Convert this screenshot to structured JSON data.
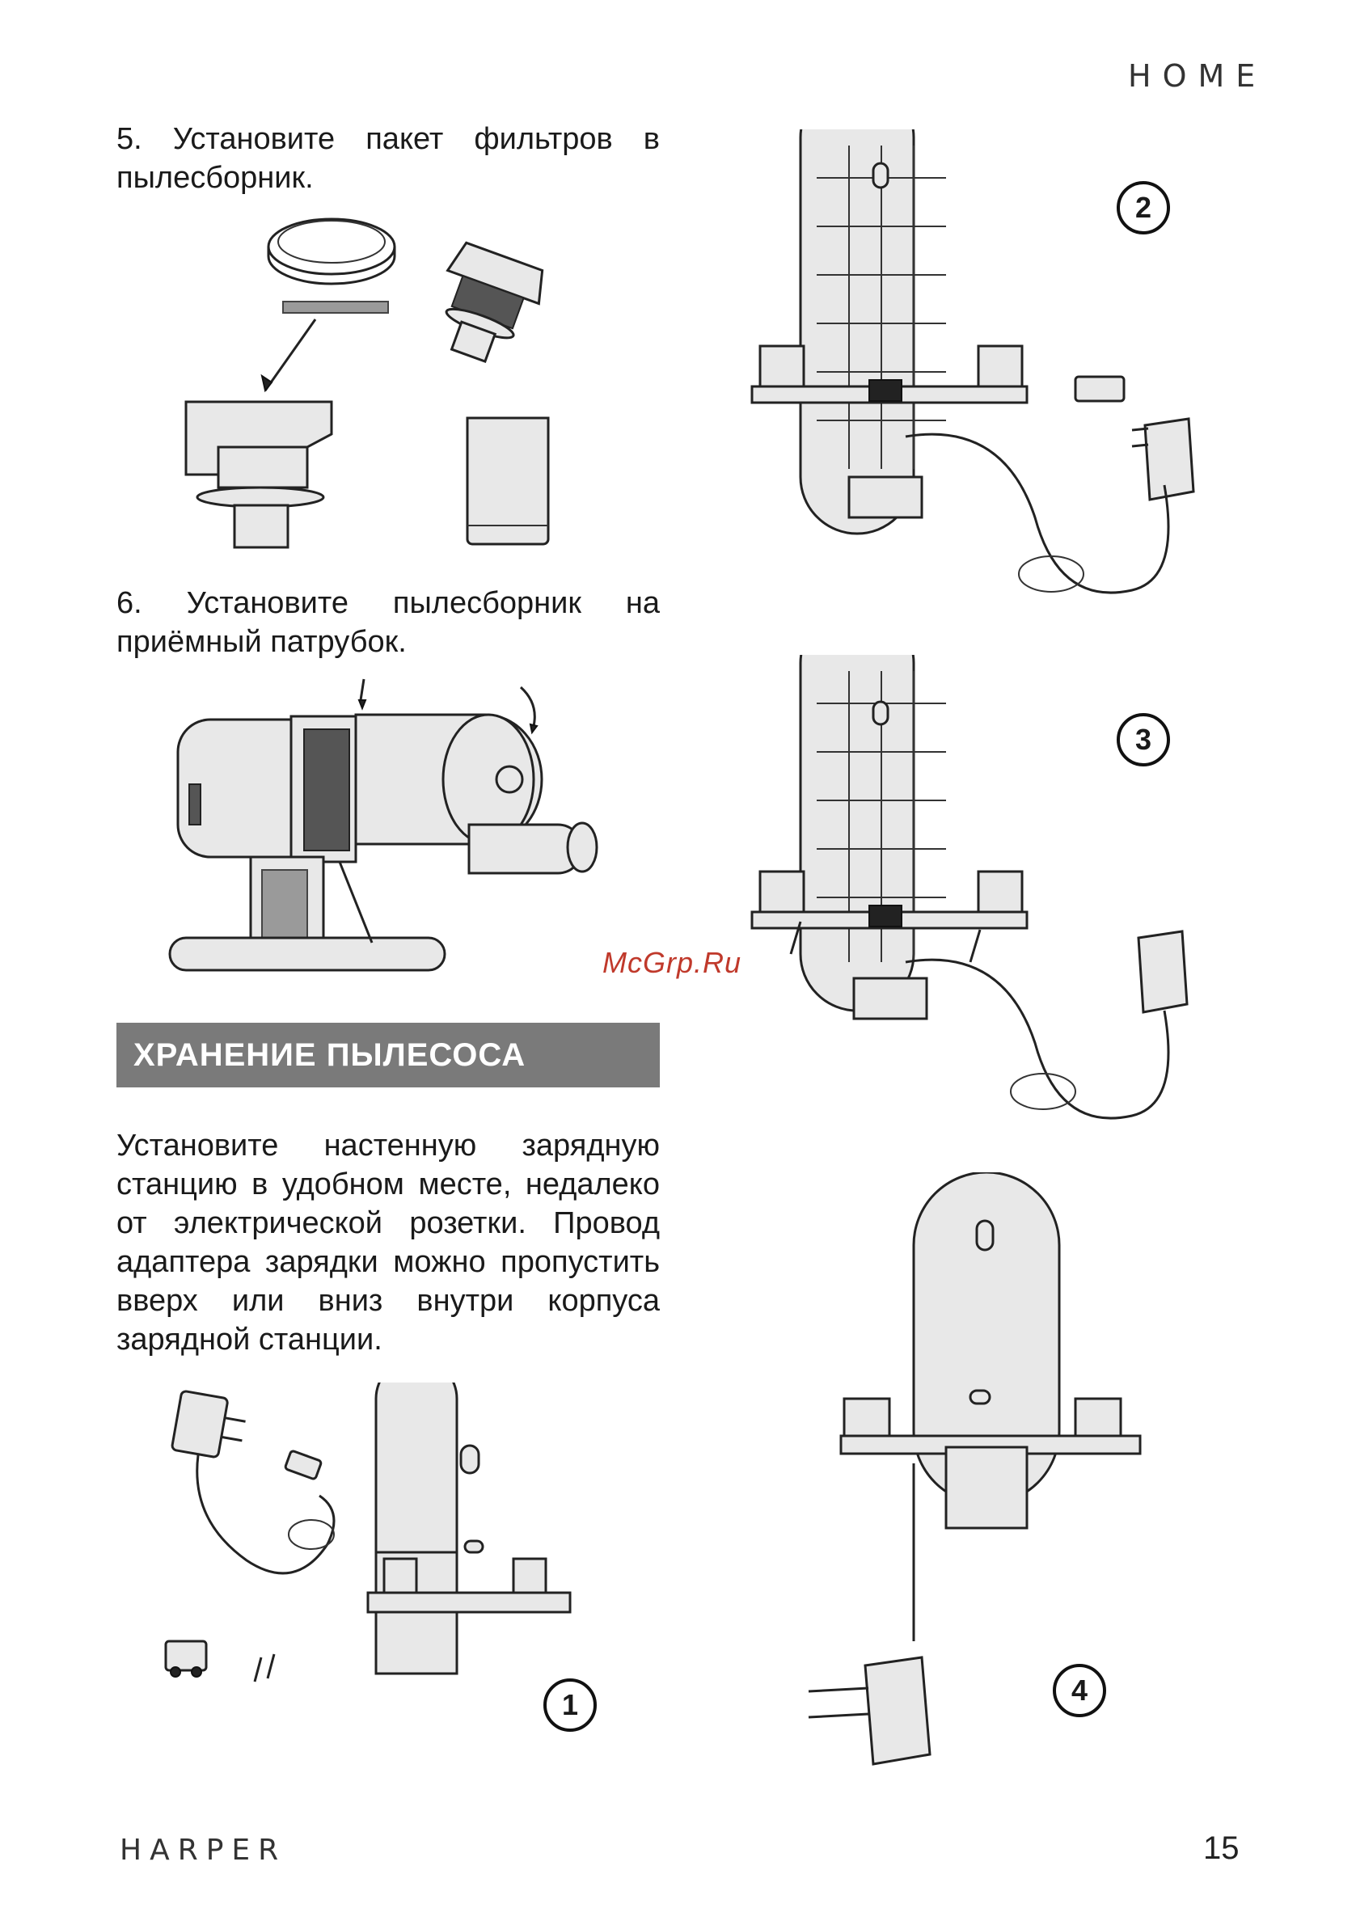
{
  "header": {
    "brand": "HOME"
  },
  "instructions": {
    "step5": "5. Установите пакет фильтров в пылесборник.",
    "step6": "6. Установите пылесборник на приёмный патрубок."
  },
  "section": {
    "title": "ХРАНЕНИЕ ПЫЛЕСОСА",
    "body": "Установите настенную зарядную станцию в удобном месте, недалеко от электрической розетки. Провод адаптера зарядки можно пропустить вверх или вниз внутри корпуса зарядной станции."
  },
  "watermark": "McGrp.Ru",
  "figures": {
    "step_labels": [
      "1",
      "2",
      "3",
      "4"
    ]
  },
  "footer": {
    "brand": "HARPER",
    "page": "15"
  }
}
